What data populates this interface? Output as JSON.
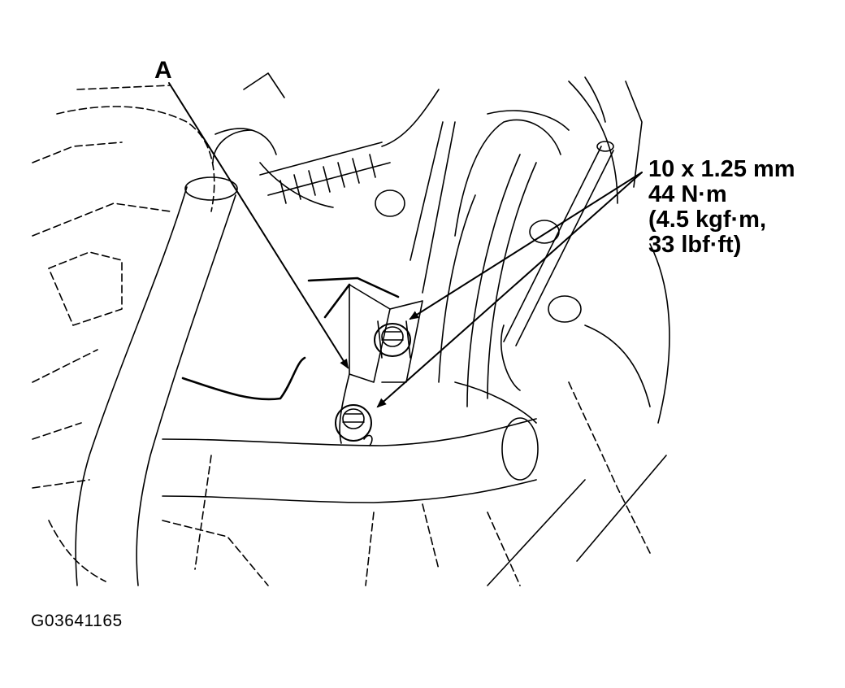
{
  "figure": {
    "callout_letter": "A",
    "spec_lines": [
      "10 x 1.25 mm",
      "44 N·m",
      "(4.5 kgf·m,",
      "33 lbf·ft)"
    ],
    "figure_id": "G03641165"
  },
  "colors": {
    "line": "#000000",
    "background": "#ffffff"
  }
}
